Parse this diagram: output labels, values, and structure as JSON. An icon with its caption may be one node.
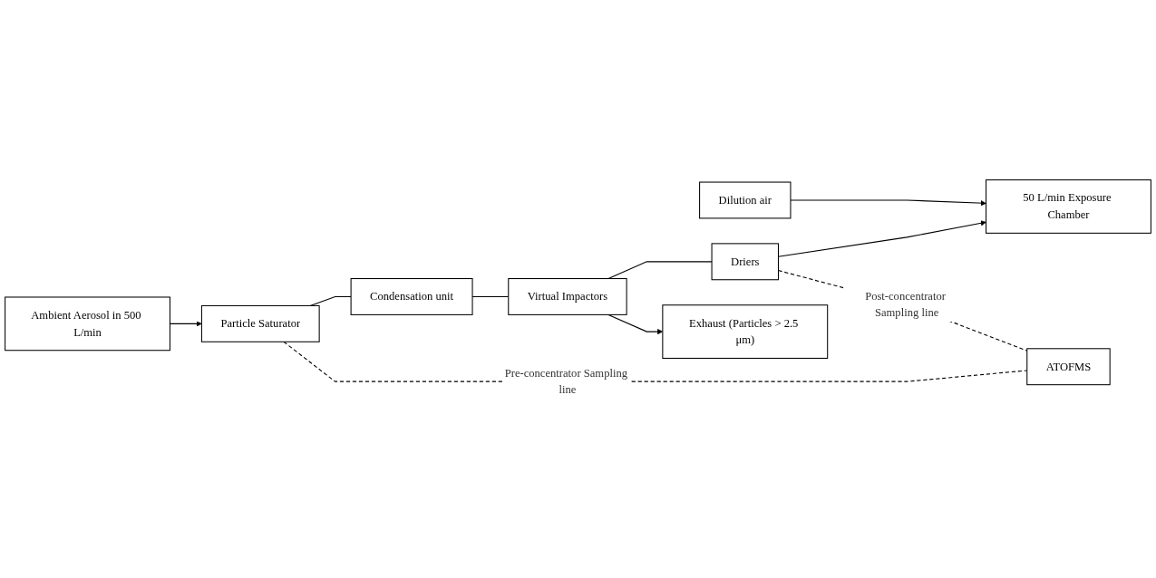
{
  "diagram": {
    "nodes": [
      {
        "text": [
          "Dilution air"
        ]
      },
      {
        "text": [
          "Particle Saturator"
        ]
      },
      {
        "text": [
          "Condensation unit"
        ]
      },
      {
        "text": [
          "Virtual Impactors"
        ]
      },
      {
        "text": [
          "Driers"
        ]
      },
      {
        "text": [
          "Exhaust (Particles > 2.5 μm)"
        ]
      },
      {
        "text": [
          "ATOFMS"
        ]
      },
      {
        "text": [
          "Ambient Aerosol in 500 L/min"
        ]
      },
      {
        "text": [
          "50 L/min Exposure Chamber"
        ]
      }
    ],
    "edges": [
      {
        "from": 7,
        "to": 1,
        "arrow": "to"
      },
      {
        "from": 1,
        "to": 2,
        "arrow": "none"
      },
      {
        "from": 2,
        "to": 3,
        "arrow": "none"
      },
      {
        "from": 3,
        "to": 4,
        "arrow": "none"
      },
      {
        "from": 3,
        "to": 5,
        "arrow": "to"
      },
      {
        "from": 4,
        "to": 8,
        "arrow": "to"
      },
      {
        "from": 0,
        "to": 8,
        "arrow": "to"
      },
      {
        "from": 1,
        "to": 6,
        "arrow": "none",
        "style": "dashed",
        "label": "Pre-concentrator Sampling line"
      },
      {
        "from": 4,
        "to": 6,
        "arrow": "none",
        "style": "dashed",
        "label": "Post-concentrator Sampling line"
      }
    ]
  }
}
